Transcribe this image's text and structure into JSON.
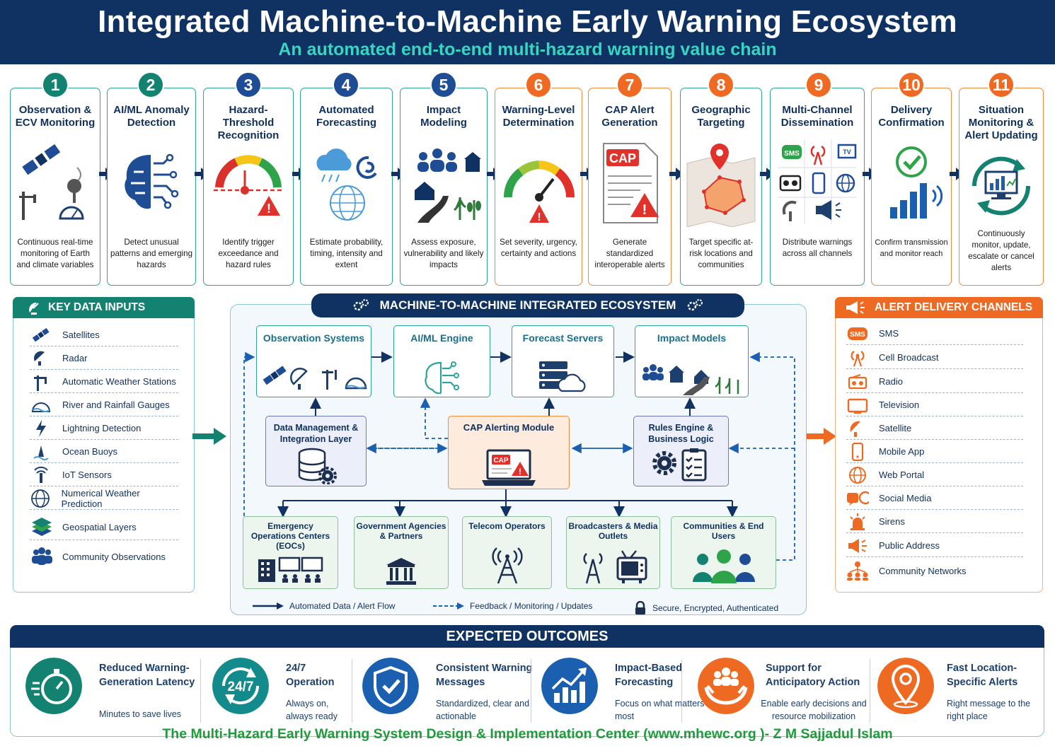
{
  "header": {
    "title": "Integrated Machine-to-Machine Early Warning Ecosystem",
    "subtitle": "An automated end-to-end multi-hazard warning value chain"
  },
  "steps": [
    {
      "num": "1",
      "title": "Observation & ECV Monitoring",
      "desc": "Continuous real-time monitoring of Earth and climate variables",
      "icon": "satellite-weather-icon"
    },
    {
      "num": "2",
      "title": "AI/ML Anomaly Detection",
      "desc": "Detect unusual patterns and emerging hazards",
      "icon": "brain-circuit-icon"
    },
    {
      "num": "3",
      "title": "Hazard-Threshold Recognition",
      "desc": "Identify trigger exceedance and hazard rules",
      "icon": "threshold-gauge-icon"
    },
    {
      "num": "4",
      "title": "Automated Forecasting",
      "desc": "Estimate probability, timing, intensity and extent",
      "icon": "forecast-globe-icon"
    },
    {
      "num": "5",
      "title": "Impact Modeling",
      "desc": "Assess exposure, vulnerability and likely impacts",
      "icon": "impact-people-icon"
    },
    {
      "num": "6",
      "title": "Warning-Level Determination",
      "desc": "Set severity, urgency, certainty and actions",
      "icon": "severity-gauge-icon"
    },
    {
      "num": "7",
      "title": "CAP Alert Generation",
      "desc": "Generate standardized interoperable alerts",
      "icon": "cap-document-icon"
    },
    {
      "num": "8",
      "title": "Geographic Targeting",
      "desc": "Target specific at-risk locations and communities",
      "icon": "map-pin-icon"
    },
    {
      "num": "9",
      "title": "Multi-Channel Dissemination",
      "desc": "Distribute warnings across all channels",
      "icon": "channels-grid-icon"
    },
    {
      "num": "10",
      "title": "Delivery Confirmation",
      "desc": "Confirm transmission and monitor reach",
      "icon": "check-signal-icon"
    },
    {
      "num": "11",
      "title": "Situation Monitoring & Alert Updating",
      "desc": "Continuously monitor, update, escalate or cancel alerts",
      "icon": "monitor-cycle-icon"
    }
  ],
  "key_inputs": {
    "title": "KEY DATA INPUTS",
    "items": [
      "Satellites",
      "Radar",
      "Automatic Weather Stations",
      "River and Rainfall Gauges",
      "Lightning Detection",
      "Ocean Buoys",
      "IoT Sensors",
      "Numerical Weather Prediction",
      "Geospatial Layers",
      "Community Observations"
    ]
  },
  "ecosystem": {
    "title": "MACHINE-TO-MACHINE INTEGRATED ECOSYSTEM",
    "top_nodes": [
      "Observation Systems",
      "AI/ML Engine",
      "Forecast Servers",
      "Impact Models"
    ],
    "middle_nodes": [
      "Data Management & Integration Layer",
      "CAP Alerting Module",
      "Rules Engine & Business Logic"
    ],
    "cap_badge": "CAP",
    "bottom_nodes": [
      "Emergency Operations Centers (EOCs)",
      "Government Agencies & Partners",
      "Telecom Operators",
      "Broadcasters & Media Outlets",
      "Communities & End Users"
    ],
    "legend": [
      "Automated Data / Alert Flow",
      "Feedback / Monitoring / Updates",
      "Secure, Encrypted, Authenticated"
    ]
  },
  "delivery_channels": {
    "title": "ALERT DELIVERY CHANNELS",
    "items": [
      "SMS",
      "Cell Broadcast",
      "Radio",
      "Television",
      "Satellite",
      "Mobile App",
      "Web Portal",
      "Social Media",
      "Sirens",
      "Public Address",
      "Community Networks"
    ],
    "sms_badge": "SMS",
    "tv_badge": "TV"
  },
  "outcomes": {
    "title": "EXPECTED OUTCOMES",
    "items": [
      {
        "title": "Reduced Warning-Generation Latency",
        "desc": "Minutes to save lives",
        "color": "#138270"
      },
      {
        "title": "24/7 Operation",
        "desc": "Always on, always ready",
        "badge": "24/7",
        "color": "#138a8c"
      },
      {
        "title": "Consistent Warning Messages",
        "desc": "Standardized, clear and actionable",
        "color": "#1a5fb0"
      },
      {
        "title": "Impact-Based Forecasting",
        "desc": "Focus on what matters most",
        "color": "#1a5fb0"
      },
      {
        "title": "Support for Anticipatory Action",
        "desc": "Enable early decisions and resource mobilization",
        "color": "#ee6a22"
      },
      {
        "title": "Fast Location-Specific Alerts",
        "desc": "Right message to the right place",
        "color": "#ee6a22"
      }
    ]
  },
  "footer": "The Multi-Hazard Early Warning System Design & Implementation Center (www.mhewc.org )- Z M Sajjadul Islam",
  "colors": {
    "navy": "#0f3262",
    "teal": "#2ca49a",
    "orange": "#ee6a22",
    "green_footer": "#1f9b3c"
  }
}
